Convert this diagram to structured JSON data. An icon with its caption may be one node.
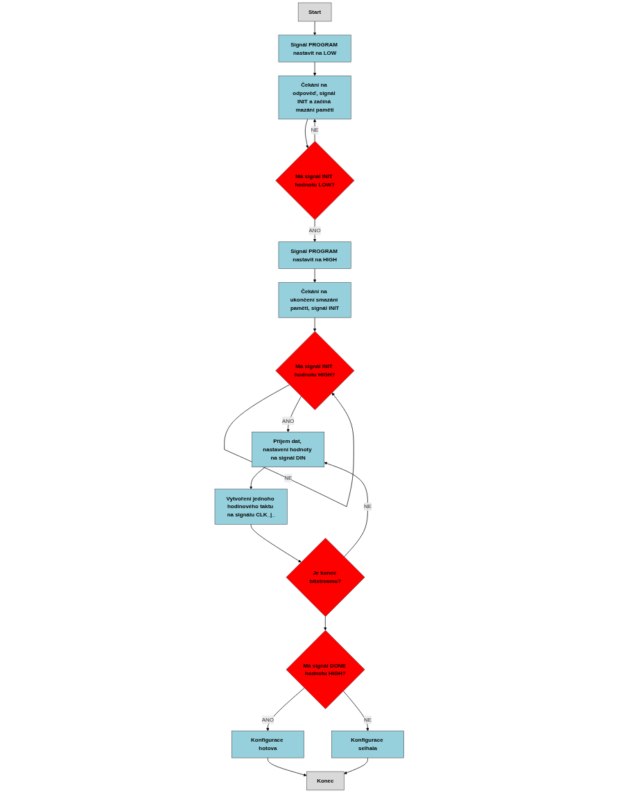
{
  "diagram": {
    "nodes": [
      {
        "text": [
          "Start"
        ]
      },
      {
        "text": [
          "Signál PROGRAM nastavit na LOW"
        ]
      },
      {
        "text": [
          "Čekání na odpověď, signál INIT a začíná mazání paměti"
        ]
      },
      {
        "text": [
          "Má signál INIT hodnotu LOW?"
        ]
      },
      {
        "text": [
          "Signál PROGRAM nastavit na HIGH"
        ]
      },
      {
        "text": [
          "Čekání na ukončení smazání paměti, signál INIT"
        ]
      },
      {
        "text": [
          "Má signál INIT hodnotu HIGH?"
        ]
      },
      {
        "text": [
          "Příjem dat, nastavení hodnoty na signál DIN"
        ]
      },
      {
        "text": [
          "Vytvoření jednoho hodinového taktu na signálu CLK_|_"
        ]
      },
      {
        "text": [
          "Je konec bitstreamu?"
        ]
      },
      {
        "text": [
          "Má signál DONE hodnotu HIGH?"
        ]
      },
      {
        "text": [
          "Konfigurace hotova"
        ]
      },
      {
        "text": [
          "Konfigurace selhala"
        ]
      },
      {
        "text": [
          "Konec"
        ]
      }
    ],
    "edges": [
      {
        "from": 0,
        "to": 1,
        "arrow": "to"
      },
      {
        "from": 1,
        "to": 2,
        "arrow": "to"
      },
      {
        "from": 2,
        "to": 3,
        "arrow": "to"
      },
      {
        "from": 3,
        "to": 2,
        "arrow": "to",
        "label": "NE"
      },
      {
        "from": 3,
        "to": 4,
        "arrow": "to",
        "label": "ANO"
      },
      {
        "from": 4,
        "to": 5,
        "arrow": "to"
      },
      {
        "from": 5,
        "to": 6,
        "arrow": "to"
      },
      {
        "from": 6,
        "to": 6,
        "arrow": "to",
        "label": "NE"
      },
      {
        "from": 6,
        "to": 7,
        "arrow": "to",
        "label": "ANO"
      },
      {
        "from": 7,
        "to": 8,
        "arrow": "to"
      },
      {
        "from": 8,
        "to": 9,
        "arrow": "to"
      },
      {
        "from": 9,
        "to": 7,
        "arrow": "to",
        "label": "NE"
      },
      {
        "from": 9,
        "to": 10,
        "arrow": "to"
      },
      {
        "from": 10,
        "to": 11,
        "arrow": "to",
        "label": "ANO"
      },
      {
        "from": 10,
        "to": 12,
        "arrow": "to",
        "label": "NE"
      },
      {
        "from": 11,
        "to": 13,
        "arrow": "to"
      },
      {
        "from": 12,
        "to": 13,
        "arrow": "to"
      }
    ]
  }
}
